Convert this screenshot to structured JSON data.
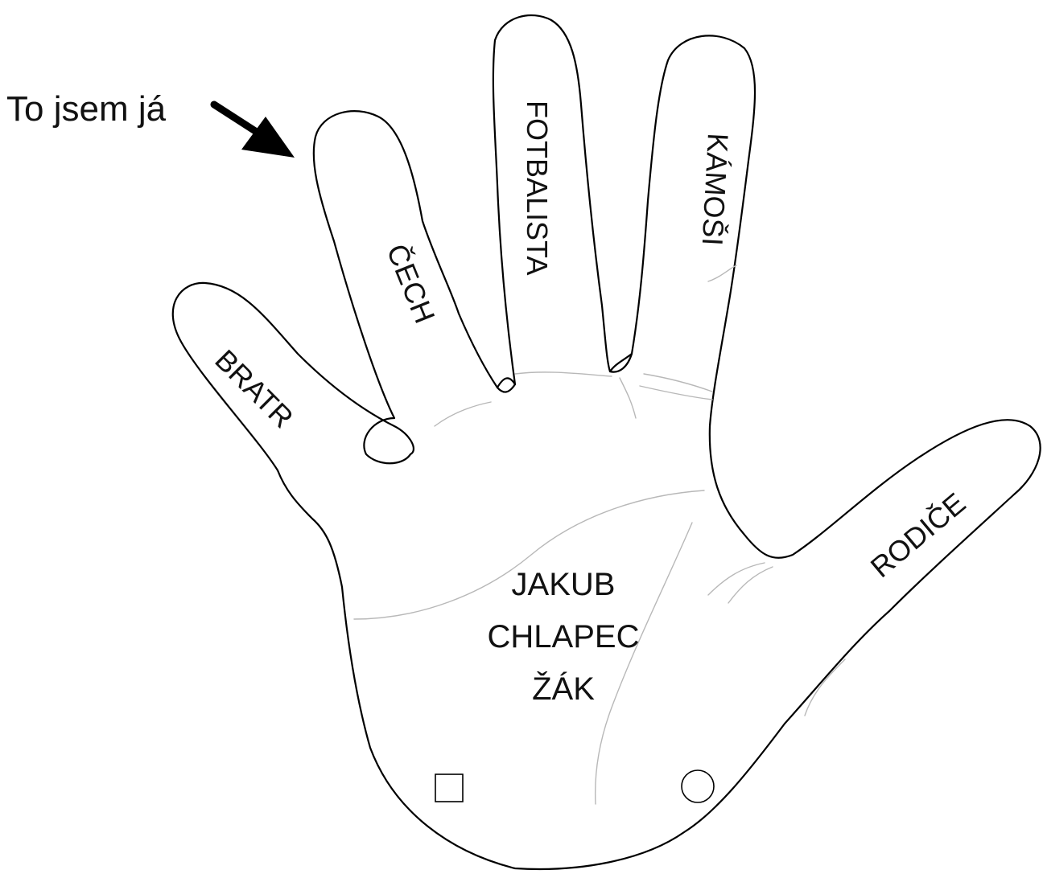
{
  "caption": "To jsem já",
  "fingers": {
    "little": "BRATR",
    "ring": "ČECH",
    "middle": "FOTBALISTA",
    "index": "KÁMOŠI",
    "thumb": "RODIČE"
  },
  "palm": {
    "line1": "JAKUB",
    "line2": "CHLAPEC",
    "line3": "ŽÁK"
  },
  "symbols": [
    "square",
    "circle"
  ]
}
